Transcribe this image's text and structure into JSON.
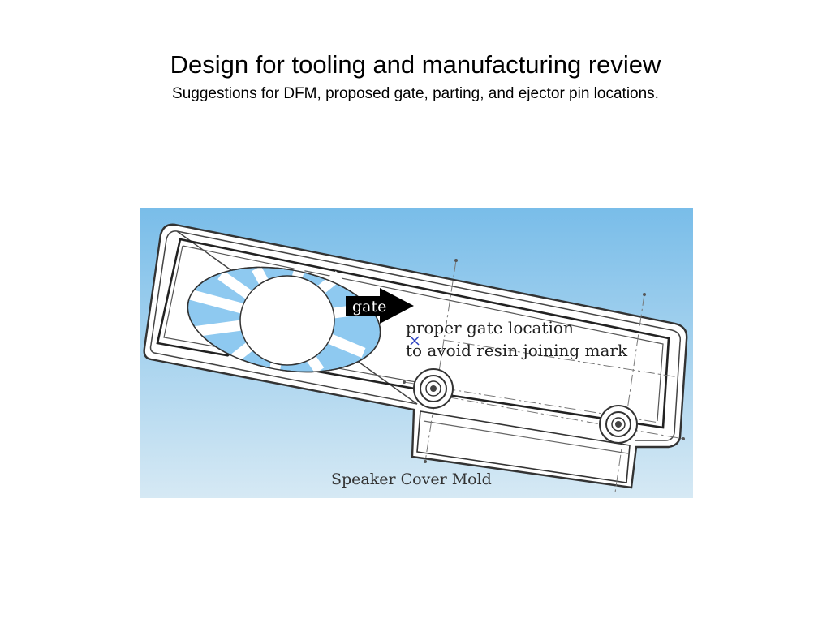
{
  "slide": {
    "title": "Design for tooling and manufacturing review",
    "subtitle": "Suggestions for DFM, proposed gate, parting, and ejector pin locations."
  },
  "figure": {
    "gate_label": "gate",
    "note_line1": "proper gate location",
    "note_line2": "to avoid resin joining mark",
    "caption": "Speaker Cover Mold",
    "colors": {
      "background_top": "#79bde9",
      "background_bottom": "#d6e9f4",
      "part_fill": "#ffffff",
      "part_outline": "#333333",
      "slot_fill": "#8ec9f0",
      "gate_arrow": "#000000",
      "guide_lines": "#777777"
    }
  }
}
